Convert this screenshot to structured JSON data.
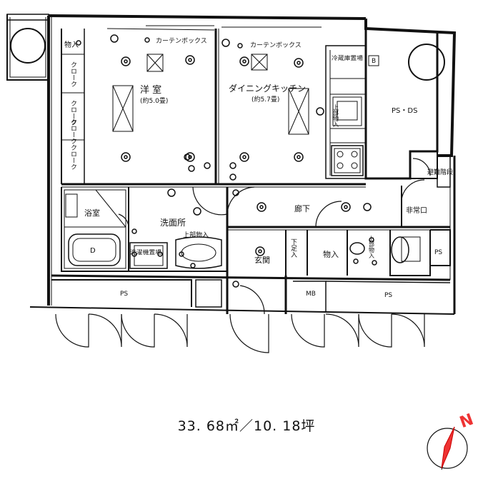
{
  "rooms": {
    "western_room": "洋 室",
    "western_room_size": "(約5.0畳)",
    "dining_kitchen": "ダイニングキッチン",
    "dining_kitchen_size": "(約5.7畳)",
    "bath": "浴室",
    "washroom": "洗面所",
    "hallway": "廊下",
    "entrance": "玄関",
    "shoe_storage": "下足入",
    "storage": "物入",
    "emergency_exit": "非常口",
    "evacuation_ladder": "避難階段",
    "ps_ds": "PS・DS",
    "ps": "PS",
    "mb": "MB",
    "closet_label": "物入",
    "closet_1": "クローク",
    "closet_2": "クローク",
    "closet_3": "クローク",
    "closet_4": "クローク",
    "curtain_box_left": "カーテンボックス",
    "curtain_box_right": "カーテンボックス",
    "fridge_space": "冷蔵庫置場",
    "upper_storage": "上部物入",
    "upper_storage_vertical": "上部物入",
    "upper_storage_right": "上部物入",
    "washing_machine": "洗濯機置場",
    "unit_bath_mark": "D",
    "meter_mark": "B"
  },
  "area_label": "33. 68㎡／10. 18坪",
  "compass": {
    "mark": "N"
  }
}
